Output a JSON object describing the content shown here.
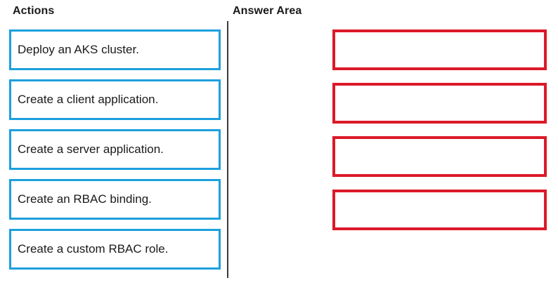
{
  "columns": {
    "actions_heading": "Actions",
    "answer_heading": "Answer Area"
  },
  "actions": {
    "items": [
      {
        "label": "Deploy an AKS cluster."
      },
      {
        "label": "Create a client application."
      },
      {
        "label": "Create a server application."
      },
      {
        "label": "Create an RBAC binding."
      },
      {
        "label": "Create a custom RBAC role."
      }
    ]
  },
  "answer_area": {
    "slots": [
      {
        "value": ""
      },
      {
        "value": ""
      },
      {
        "value": ""
      },
      {
        "value": ""
      }
    ]
  },
  "colors": {
    "action_border": "#1CA0DD",
    "answer_border": "#DC1928",
    "divider": "#3A3A3A",
    "text": "#1A1A1A",
    "background": "#FFFFFF"
  }
}
